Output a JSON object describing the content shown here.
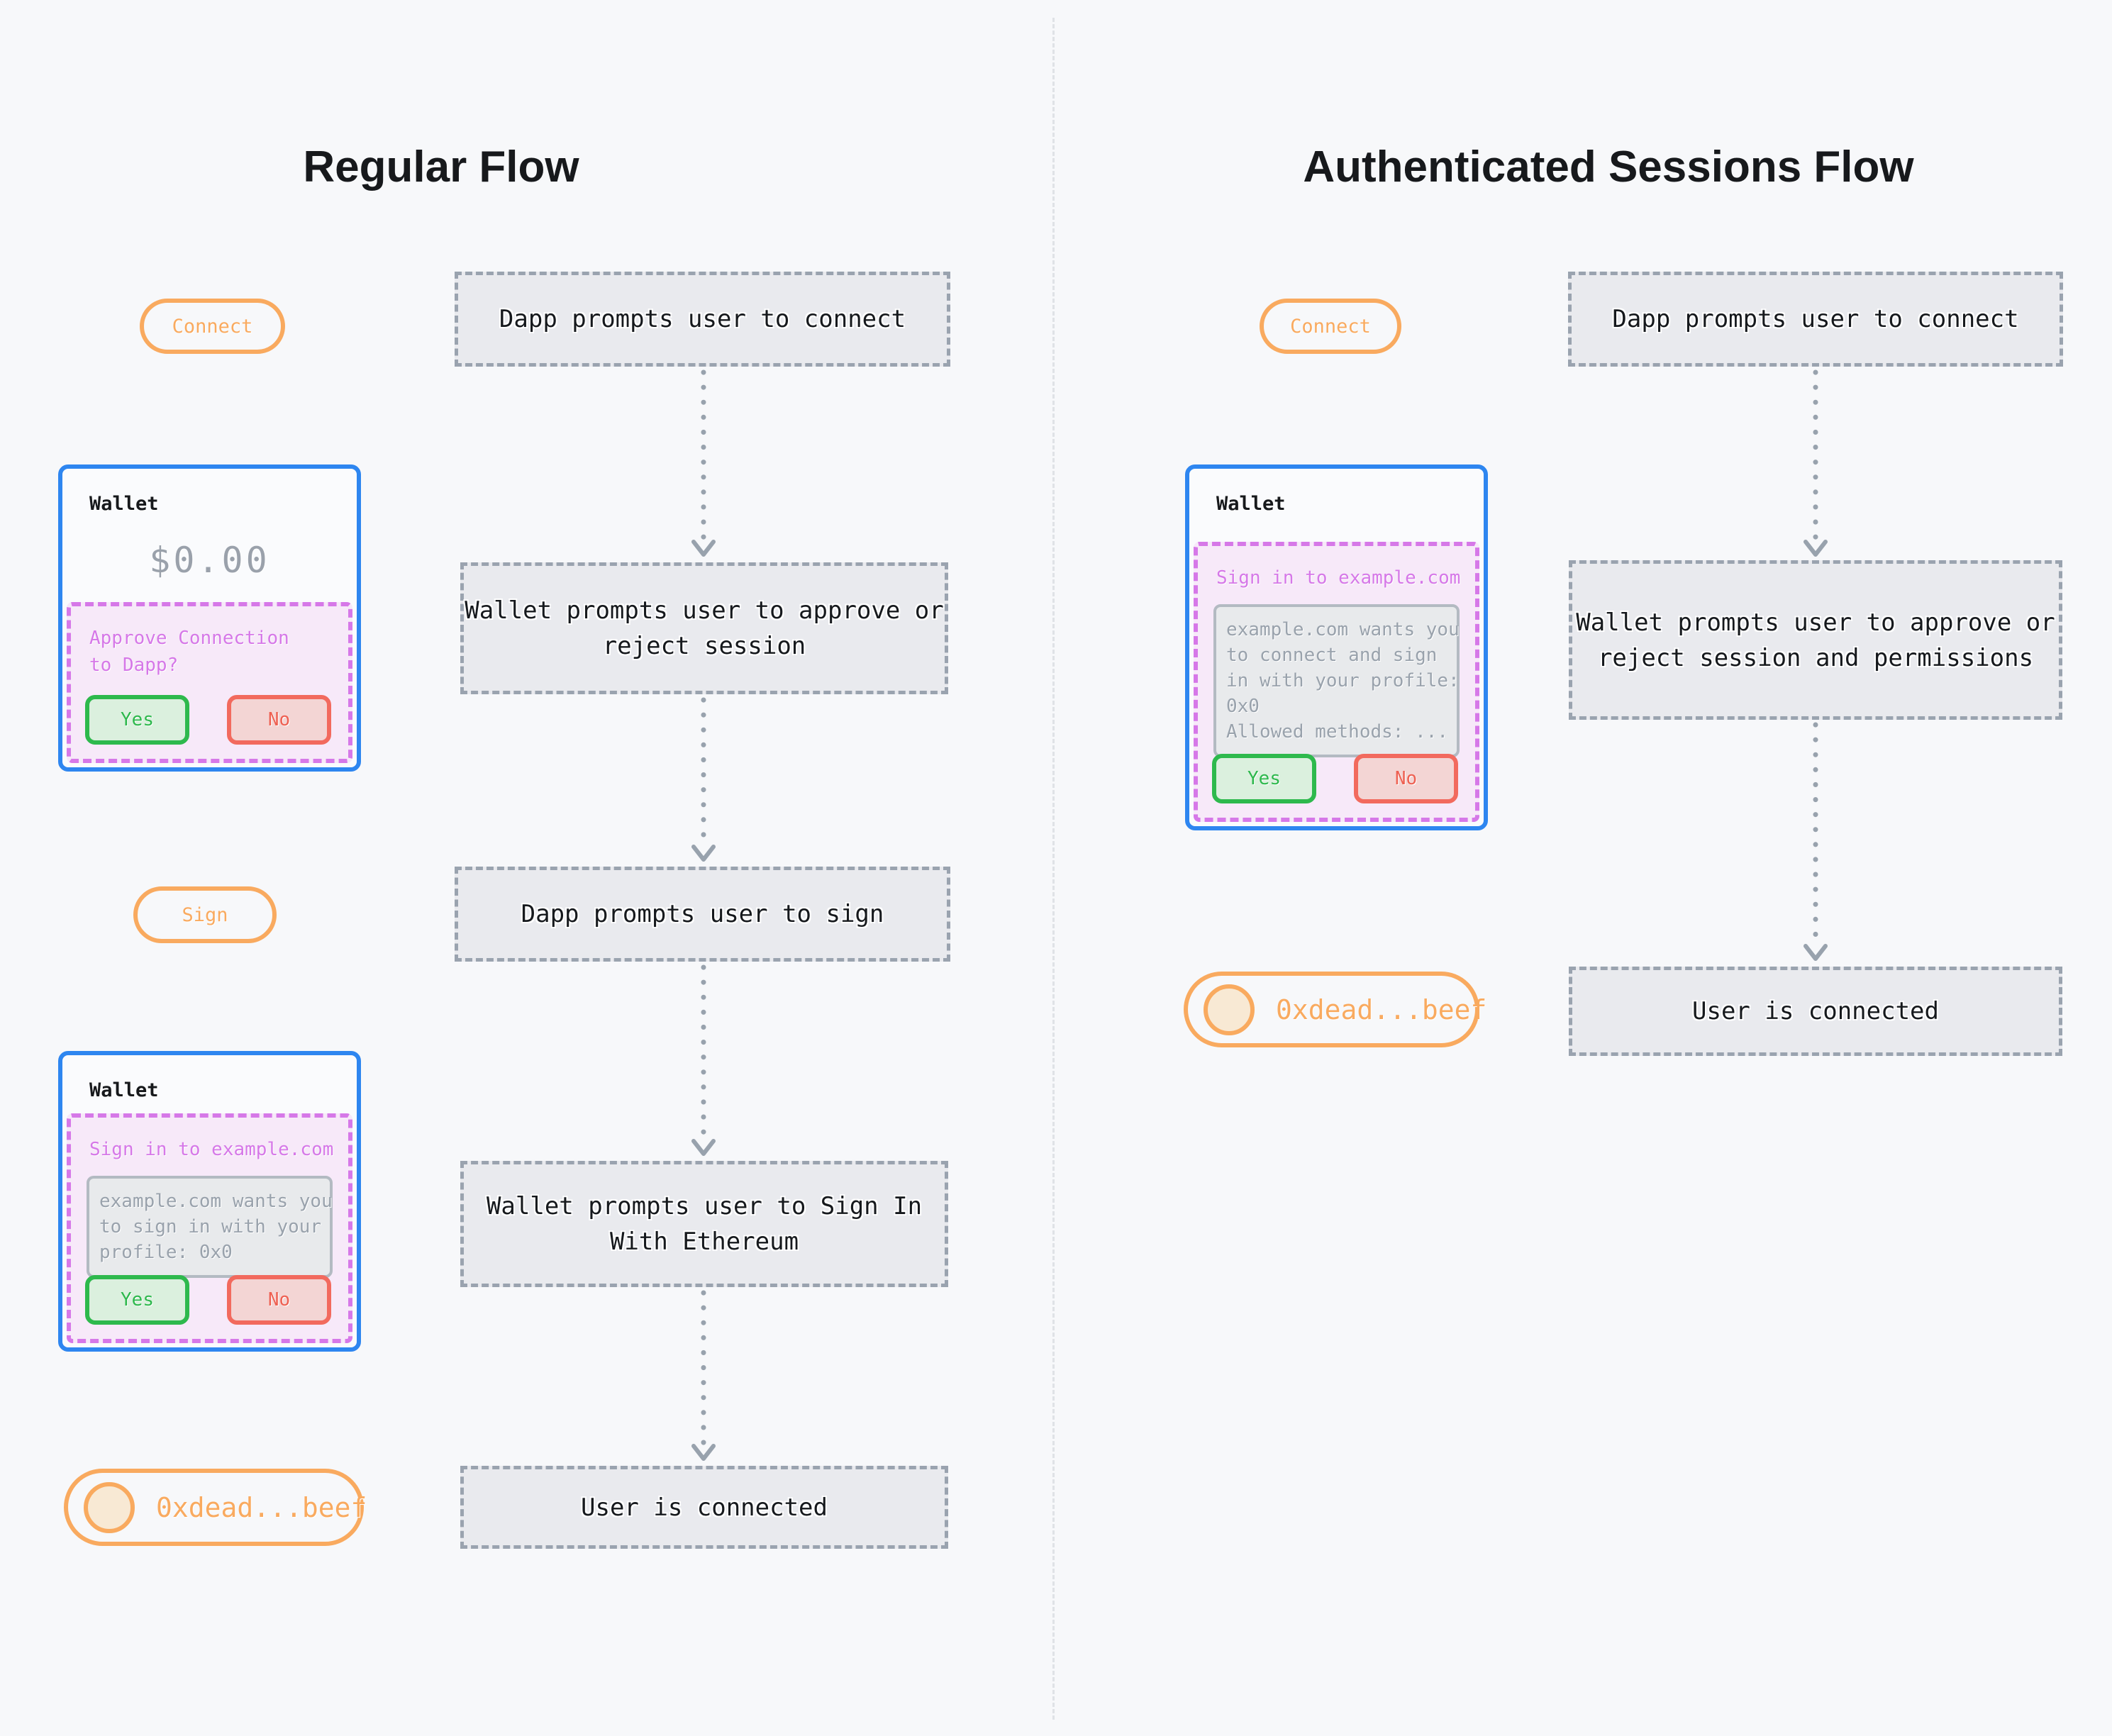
{
  "colors": {
    "background": "#f7f8fa",
    "accent_orange": "#f9aa5f",
    "accent_blue": "#2e86f0",
    "accent_purple": "#d678e8",
    "accent_green": "#2db84c",
    "accent_red": "#ee6052",
    "step_box_fill": "#e9eaee",
    "step_box_border": "#9aa3af",
    "arrow_gray": "#98a2ad"
  },
  "left": {
    "title": "Regular Flow",
    "connect_label": "Connect",
    "sign_label": "Sign",
    "address_label": "0xdead...beef",
    "steps": [
      "Dapp prompts user to connect",
      "Wallet prompts user to approve or reject session",
      "Dapp prompts user to sign",
      "Wallet prompts user to Sign In With Ethereum",
      "User is connected"
    ],
    "wallet_connect": {
      "title": "Wallet",
      "balance": "$0.00",
      "prompt_lines": [
        "Approve Connection",
        "to Dapp?"
      ],
      "yes_label": "Yes",
      "no_label": "No"
    },
    "wallet_sign": {
      "title": "Wallet",
      "heading": "Sign in to example.com",
      "message_lines": [
        "example.com wants you",
        "to sign in with your",
        "profile: 0x0"
      ],
      "yes_label": "Yes",
      "no_label": "No"
    }
  },
  "right": {
    "title": "Authenticated Sessions Flow",
    "connect_label": "Connect",
    "address_label": "0xdead...beef",
    "steps": [
      "Dapp prompts user to connect",
      "Wallet prompts user to approve or reject session and permissions",
      "User is connected"
    ],
    "wallet": {
      "title": "Wallet",
      "heading": "Sign in to example.com",
      "message_lines": [
        "example.com wants you",
        "to connect and sign",
        "in with your profile:",
        "0x0",
        "Allowed methods: ..."
      ],
      "yes_label": "Yes",
      "no_label": "No"
    }
  }
}
